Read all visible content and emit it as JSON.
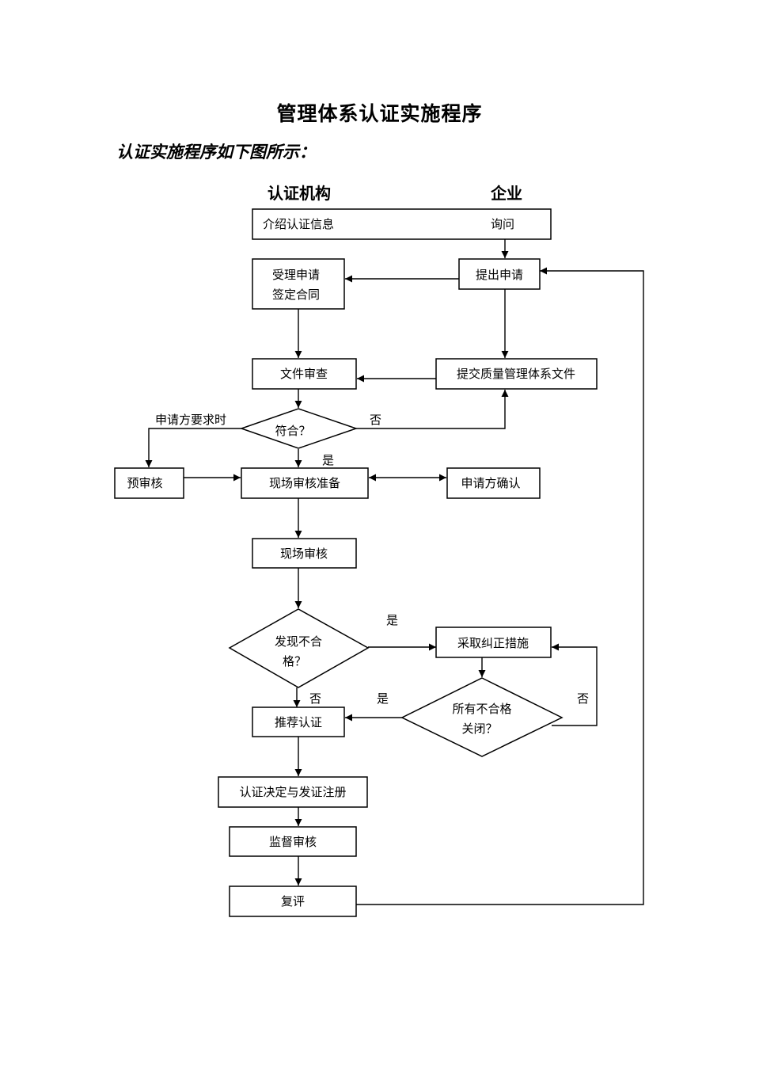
{
  "title": "管理体系认证实施程序",
  "intro": "认证实施程序如下图所示：",
  "columns": {
    "left": "认证机构",
    "right": "企业"
  },
  "nodes": {
    "intro_info": "介绍认证信息",
    "inquiry": "询问",
    "apply": "提出申请",
    "accept_line1": "受理申请",
    "accept_line2": "签定合同",
    "submit_docs": "提交质量管理体系文件",
    "doc_review": "文件审查",
    "conform": "符合？",
    "pre_audit": "预审核",
    "site_prep": "现场审核准备",
    "applicant_confirm": "申请方确认",
    "site_audit": "现场审核",
    "nonconf_line1": "发现不合",
    "nonconf_line2": "格？",
    "corrective": "采取纠正措施",
    "closed_line1": "所有不合格",
    "closed_line2": "关闭？",
    "recommend": "推荐认证",
    "decision": "认证决定与发证注册",
    "surveillance": "监督审核",
    "reassess": "复评"
  },
  "labels": {
    "applicant_request": "申请方要求时",
    "no_conform": "否",
    "yes_conform": "是",
    "yes_nonconf": "是",
    "no_nonconf": "否",
    "yes_closed": "是",
    "no_closed": "否"
  }
}
